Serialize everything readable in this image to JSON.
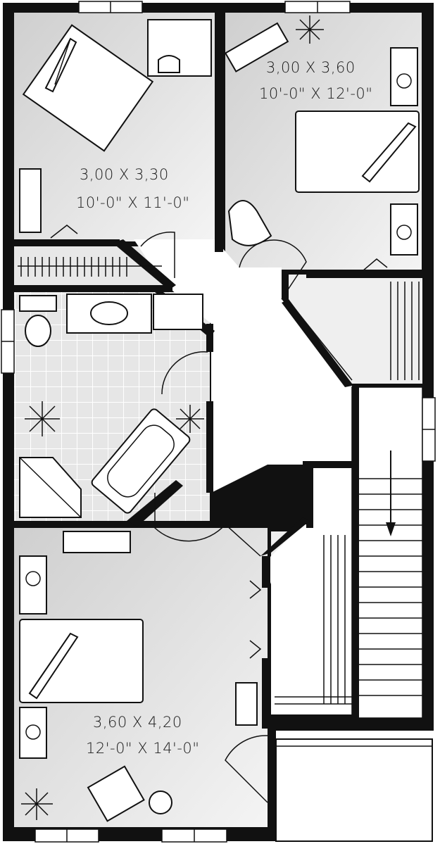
{
  "rooms": {
    "bedroom_top_left": {
      "metric": "3,00 X 3,30",
      "imperial": "10'-0\" X 11'-0\""
    },
    "bedroom_top_right": {
      "metric": "3,00 X 3,60",
      "imperial": "10'-0\" X 12'-0\""
    },
    "bedroom_bottom": {
      "metric": "3,60 X 4,20",
      "imperial": "12'-0\" X 14'-0\""
    }
  },
  "colors": {
    "wall": "#111111",
    "floor": "#dcdcdc",
    "furniture": "#ffffff"
  },
  "icons": [
    "light-fixture-icon",
    "stair-arrow-icon"
  ]
}
